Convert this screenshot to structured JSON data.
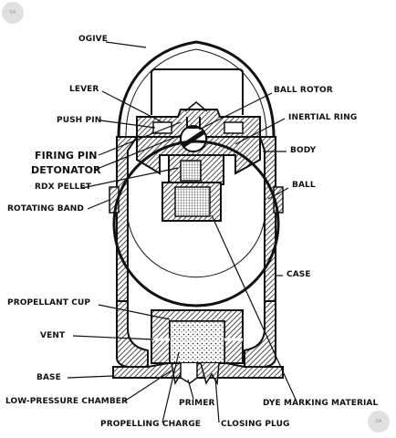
{
  "labels": {
    "ogive": "OGIVE",
    "lever": "LEVER",
    "ball_rotor": "BALL ROTOR",
    "push_pin": "PUSH PIN",
    "inertial_ring": "INERTIAL RING",
    "firing_pin": "FIRING PIN",
    "body": "BODY",
    "detonator": "DETONATOR",
    "rdx_pellet": "RDX PELLET",
    "ball": "BALL",
    "rotating_band": "ROTATING BAND",
    "case": "CASE",
    "propellant_cup": "PROPELLANT CUP",
    "vent": "VENT",
    "base": "BASE",
    "low_pressure_chamber": "LOW-PRESSURE CHAMBER",
    "primer": "PRIMER",
    "dye_marking_material": "DYE MARKING MATERIAL",
    "propelling_charge": "PROPELLING CHARGE",
    "closing_plug": "CLOSING PLUG"
  },
  "watermarks": {
    "top_left": "DA",
    "bottom_right": "DA"
  },
  "colors": {
    "ink": "#111111",
    "paper": "#ffffff",
    "section_fill": "#888888"
  }
}
